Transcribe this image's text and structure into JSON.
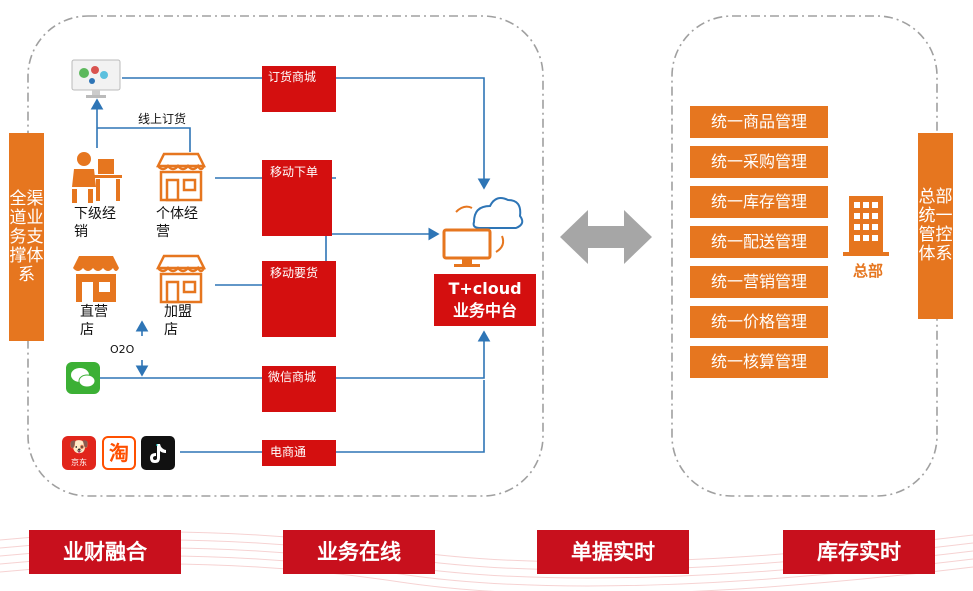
{
  "left_label": "全渠道业务支撑体系",
  "right_label": "总部统一管控体系",
  "channels": {
    "order_mall": "订货商城",
    "mobile_order": "移动下单",
    "mobile_request": "移动要货",
    "wechat_mall": "微信商城",
    "ecommerce": "电商通"
  },
  "online_order_label": "线上订货",
  "o2o_label": "O2O",
  "stores": {
    "lower_dist": "下级经销",
    "individual": "个体经营",
    "direct": "直营店",
    "franchise": "加盟店"
  },
  "platform": "T+cloud业务中台",
  "jd_label": "京东",
  "taobao_char": "淘",
  "hq_label": "总部",
  "management": [
    "统一商品管理",
    "统一采购管理",
    "统一库存管理",
    "统一配送管理",
    "统一营销管理",
    "统一价格管理",
    "统一核算管理"
  ],
  "bottom": [
    "业财融合",
    "业务在线",
    "单据实时",
    "库存实时"
  ],
  "colors": {
    "orange": "#e6761f",
    "red": "#d40f0f",
    "blue": "#2e75b6",
    "grey_arrow": "#a6a6a6"
  }
}
